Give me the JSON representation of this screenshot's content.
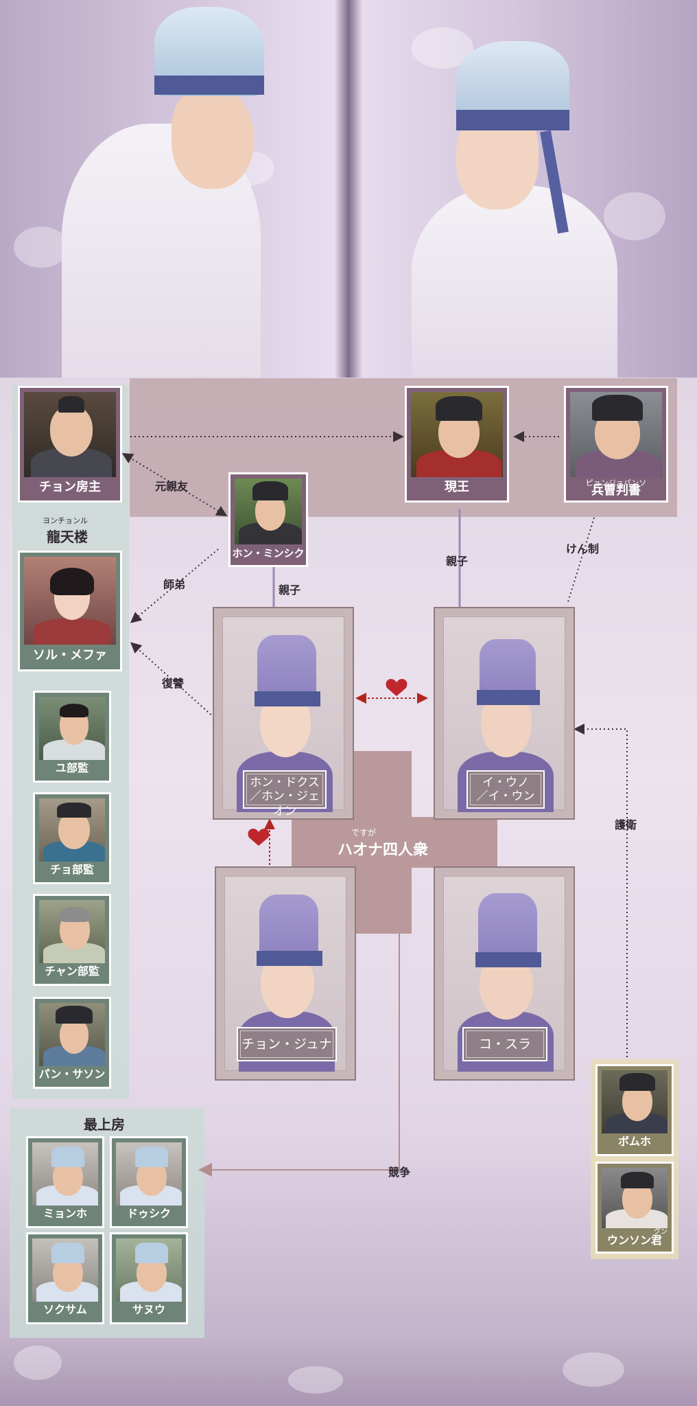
{
  "characters": {
    "jeon_bangju": "チョン房主",
    "gen_ou": "現王",
    "heisou_hansho": "兵曹判書",
    "heisou_hansho_ruby": "ピョンジョパンソ",
    "hon_minshik": "ホン・ミンシク",
    "sol_mefa": "ソル・メファ",
    "yu_bukan": "ユ部監",
    "jo_bukan": "チョ部監",
    "chan_bukan": "チャン部監",
    "pan_sason": "パン・サソン",
    "hon_dokusu_line1": "ホン・ドクス",
    "hon_dokusu_line2": "／ホン・ジェオン",
    "i_uno_line1": "イ・ウノ",
    "i_uno_line2": "／イ・ウン",
    "jon_juna": "チョン・ジュナ",
    "ko_sura": "コ・スラ",
    "bomuho": "ボムホ",
    "unson": "ウンソン君",
    "unson_ruby": "グン",
    "myonho": "ミョンホ",
    "doushiku": "ドゥシク",
    "sokusamu": "ソクサム",
    "sanu": "サヌウ"
  },
  "groups": {
    "ryutenrou": "龍天楼",
    "ryutenrou_ruby": "ヨンチョンル",
    "saijoubou": "最上房",
    "haona": "ハオナ四人衆",
    "haona_ruby": "ですが"
  },
  "relations": {
    "moto_shinyu": "元親友",
    "shitei": "師弟",
    "fukushu": "復讐",
    "oyako_left": "親子",
    "oyako_right": "親子",
    "kenset": "けん制",
    "goei": "護衛",
    "kyousou": "競争"
  },
  "colors": {
    "arrow_dark": "#3b3038",
    "arrow_red": "#b3261e",
    "line_purple": "#9f86b6",
    "line_brown": "#b38d8d",
    "heart": "#c0272d"
  }
}
